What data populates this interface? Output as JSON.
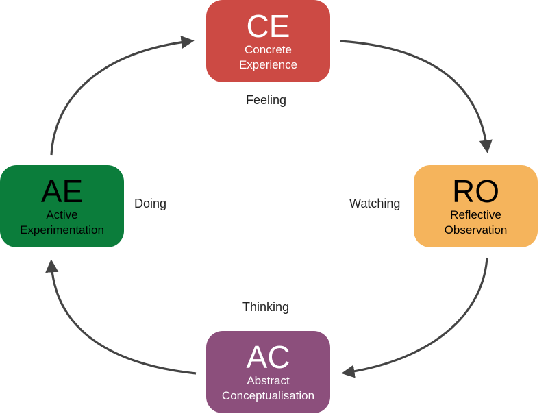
{
  "colors": {
    "arrow": "#444444"
  },
  "nodes": {
    "ce": {
      "abbr": "CE",
      "line1": "Concrete",
      "line2": "Experience",
      "color": "#cc4a44"
    },
    "ro": {
      "abbr": "RO",
      "line1": "Reflective",
      "line2": "Observation",
      "color": "#f5b45c"
    },
    "ac": {
      "abbr": "AC",
      "line1": "Abstract",
      "line2": "Conceptualisation",
      "color": "#8c4f7c"
    },
    "ae": {
      "abbr": "AE",
      "line1": "Active",
      "line2": "Experimentation",
      "color": "#0b7d3b"
    }
  },
  "modes": {
    "feeling": "Feeling",
    "watching": "Watching",
    "thinking": "Thinking",
    "doing": "Doing"
  }
}
